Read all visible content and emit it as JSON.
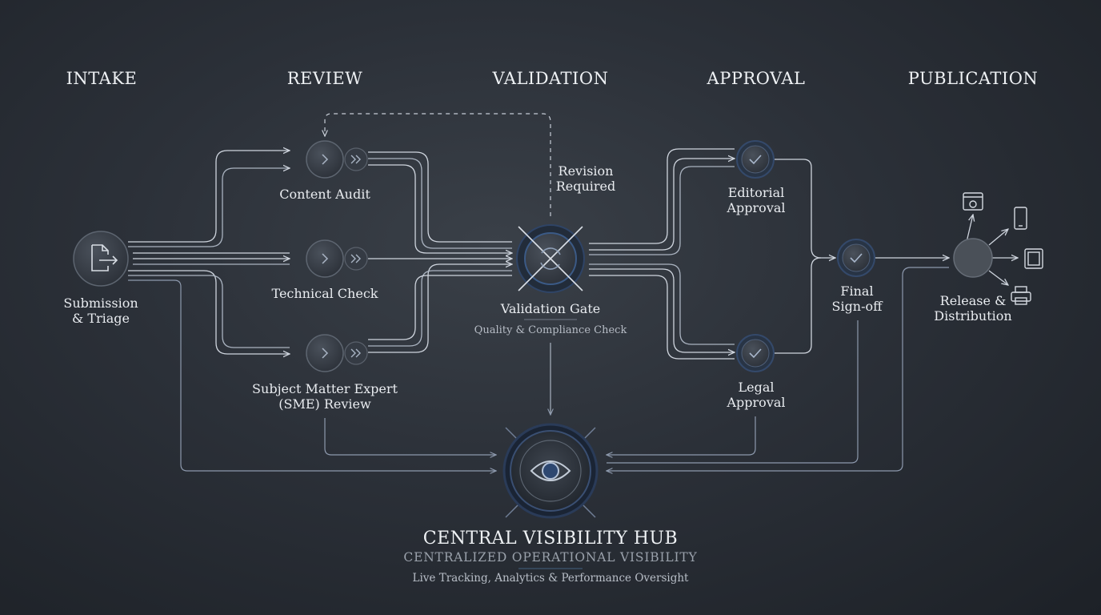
{
  "stages": {
    "intake": "INTAKE",
    "review": "REVIEW",
    "validation": "VALIDATION",
    "approval": "APPROVAL",
    "publication": "PUBLICATION"
  },
  "nodes": {
    "submission": "Submission\n& Triage",
    "content_audit": "Content Audit",
    "technical_check": "Technical Check",
    "sme_review": "Subject Matter Expert\n(SME) Review",
    "revision_required": "Revision\nRequired",
    "validation_gate": "Validation Gate",
    "validation_sub": "Quality & Compliance Check",
    "editorial_approval": "Editorial\nApproval",
    "legal_approval": "Legal\nApproval",
    "final_signoff": "Final\nSign-off",
    "release": "Release &\nDistribution"
  },
  "hub": {
    "title": "CENTRAL VISIBILITY HUB",
    "subtitle": "CENTRALIZED OPERATIONAL VISIBILITY",
    "description": "Live Tracking, Analytics & Performance Oversight"
  },
  "colors": {
    "line": "#cfd5de",
    "line_dim": "#7f8da6",
    "node_fill": "#3c424b",
    "node_stroke": "#59606b",
    "accent_ring": "#1f2d44",
    "accent_stroke": "#2f4466",
    "check": "#a9b7cc"
  }
}
